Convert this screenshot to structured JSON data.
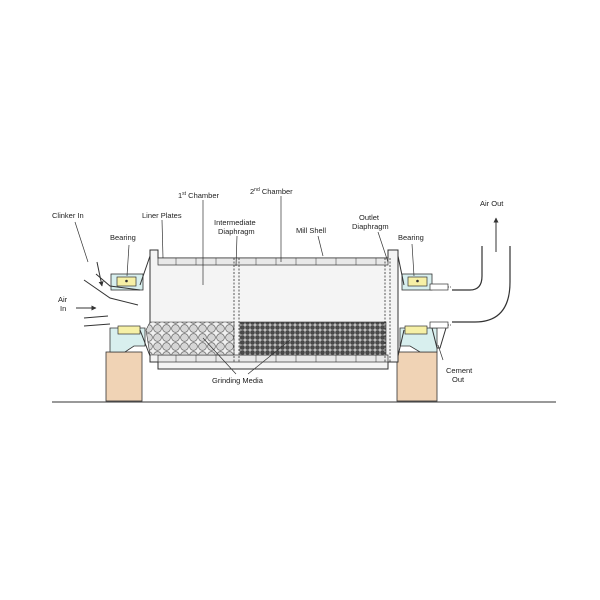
{
  "labels": {
    "clinker_in": "Clinker In",
    "bearing_left": "Bearing",
    "liner_plates": "Liner Plates",
    "chamber1_num": "1",
    "chamber1_sup": "st",
    "chamber1_word": " Chamber",
    "chamber2_num": "2",
    "chamber2_sup": "nd",
    "chamber2_word": " Chamber",
    "intermediate_line1": "Intermediate",
    "intermediate_line2": "Diaphragm",
    "mill_shell": "Mill Shell",
    "outlet_line1": "Outlet",
    "outlet_line2": "Diaphragm",
    "bearing_right": "Bearing",
    "air_out": "Air Out",
    "air_in_line1": "Air",
    "air_in_line2": "In",
    "cement_line1": "Cement",
    "cement_line2": "Out",
    "grinding_media": "Grinding Media"
  },
  "colors": {
    "stroke": "#333333",
    "support_teal": "#d8efee",
    "bearing_yellow": "#f6f0a6",
    "pedestal": "#f0d3b5",
    "liner_fill": "#e8e8e8",
    "media_coarse": "#d9d9d9",
    "media_fine": "#555555"
  }
}
